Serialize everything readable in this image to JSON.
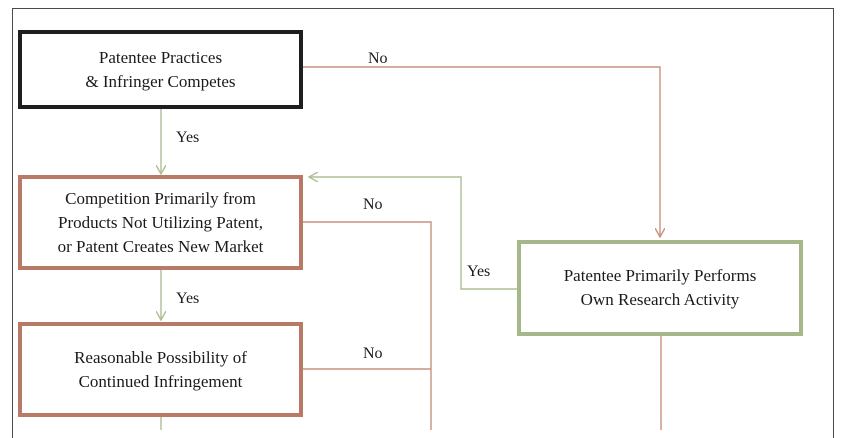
{
  "colors": {
    "black_border": "#1e1e1e",
    "brown": "#b87a66",
    "green": "#a6b88a",
    "brown_line": "#c8917e",
    "green_line": "#aebe95"
  },
  "boxes": {
    "practices": "Patentee Practices\n& Infringer Competes",
    "competition": "Competition Primarily from\nProducts Not Utilizing Patent,\nor Patent Creates New Market",
    "research": "Patentee Primarily Performs\nOwn Research Activity",
    "infringement": "Reasonable Possibility of\nContinued Infringement"
  },
  "labels": {
    "no_top": "No",
    "yes_1": "Yes",
    "no_mid": "No",
    "yes_research": "Yes",
    "yes_2": "Yes",
    "no_bottom": "No"
  }
}
